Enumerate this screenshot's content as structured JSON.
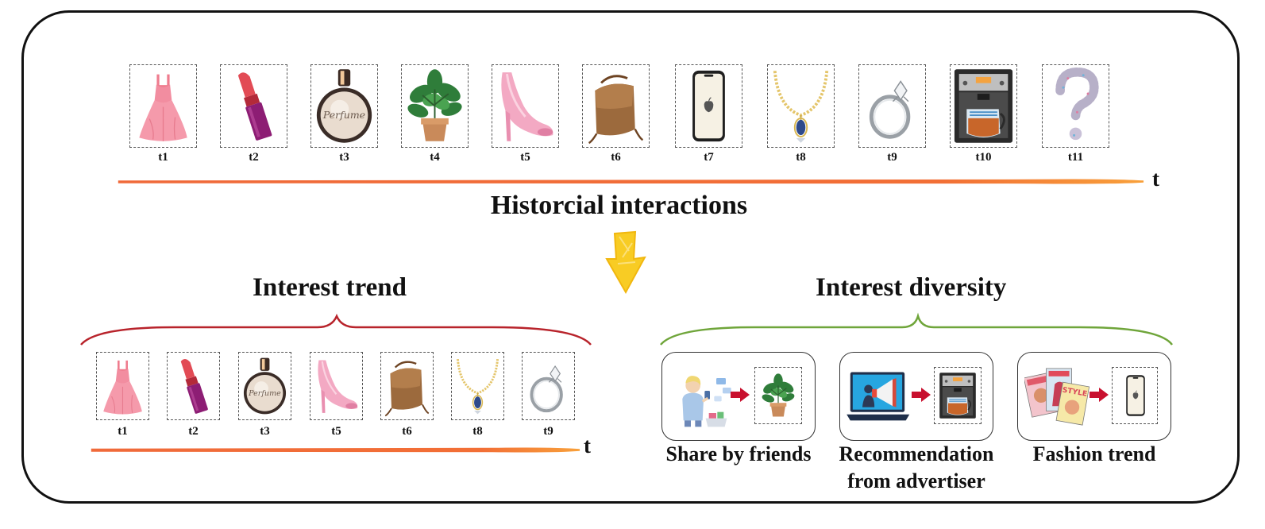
{
  "timeline_top": {
    "items": [
      {
        "label": "t1",
        "icon": "dress-icon"
      },
      {
        "label": "t2",
        "icon": "lipstick-icon"
      },
      {
        "label": "t3",
        "icon": "perfume-icon",
        "icon_text": "Perfume"
      },
      {
        "label": "t4",
        "icon": "plant-icon"
      },
      {
        "label": "t5",
        "icon": "high-heel-icon"
      },
      {
        "label": "t6",
        "icon": "bag-icon"
      },
      {
        "label": "t7",
        "icon": "phone-icon"
      },
      {
        "label": "t8",
        "icon": "necklace-icon"
      },
      {
        "label": "t9",
        "icon": "ring-icon"
      },
      {
        "label": "t10",
        "icon": "coffee-machine-icon"
      },
      {
        "label": "t11",
        "icon": "question-mark-icon"
      }
    ],
    "axis_label": "t"
  },
  "main_title": "Historcial interactions",
  "trend": {
    "title": "Interest trend",
    "items": [
      {
        "label": "t1",
        "icon": "dress-icon"
      },
      {
        "label": "t2",
        "icon": "lipstick-icon"
      },
      {
        "label": "t3",
        "icon": "perfume-icon",
        "icon_text": "Perfume"
      },
      {
        "label": "t5",
        "icon": "high-heel-icon"
      },
      {
        "label": "t6",
        "icon": "bag-icon"
      },
      {
        "label": "t8",
        "icon": "necklace-icon"
      },
      {
        "label": "t9",
        "icon": "ring-icon"
      }
    ],
    "axis_label": "t"
  },
  "diversity": {
    "title": "Interest diversity",
    "groups": [
      {
        "caption": "Share by friends",
        "source_icon": "friend-sharing-icon",
        "target_icon": "plant-icon"
      },
      {
        "caption_line1": "Recommendation",
        "caption_line2": "from advertiser",
        "source_icon": "advertiser-laptop-icon",
        "target_icon": "coffee-machine-icon"
      },
      {
        "caption": "Fashion trend",
        "source_icon": "magazines-icon",
        "target_icon": "phone-icon"
      }
    ]
  },
  "colors": {
    "timeline_orange": "#f07a3a",
    "trend_brace": "#b8232b",
    "diversity_brace": "#6fa53a",
    "arrow_yellow": "#f6c21a",
    "relation_arrow": "#c8102e"
  }
}
